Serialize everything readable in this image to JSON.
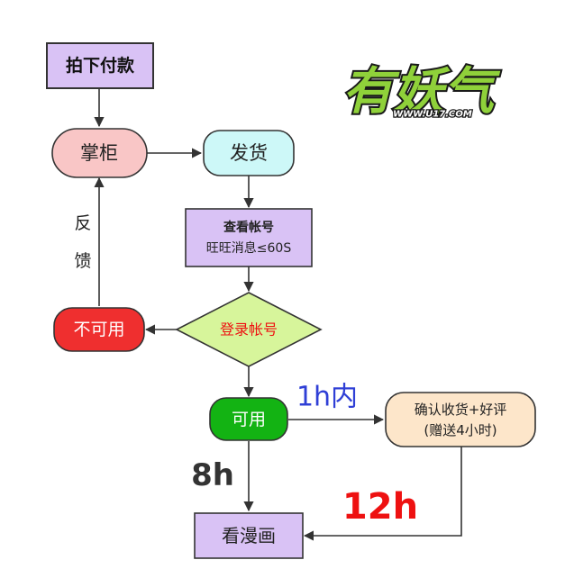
{
  "nodes": {
    "pay": "拍下付款",
    "shopkeeper": "掌柜",
    "ship": "发货",
    "check_line1": "查看帐号",
    "check_line2": "旺旺消息≤60S",
    "login": "登录帐号",
    "unavailable": "不可用",
    "available": "可用",
    "confirm_line1": "确认收货+好评",
    "confirm_line2": "(赠送4小时)",
    "read_comic": "看漫画"
  },
  "labels": {
    "feedback_1": "反",
    "feedback_2": "馈",
    "within_1h": "1h内",
    "hours_8": "8h",
    "hours_12": "12h"
  },
  "logo": {
    "text": "有妖气",
    "url": "WWW.U17.COM"
  },
  "colors": {
    "purple_box": "#d9c2f5",
    "pink": "#f9c6c6",
    "cyan": "#cdf8f8",
    "diamond": "#d7f59b",
    "red_pill": "#ef2f2f",
    "green_pill": "#13b313",
    "peach": "#fde6ca",
    "blue_text": "#2f3fd6",
    "red_text": "#ee1111",
    "logo_green": "#8fd13a"
  }
}
